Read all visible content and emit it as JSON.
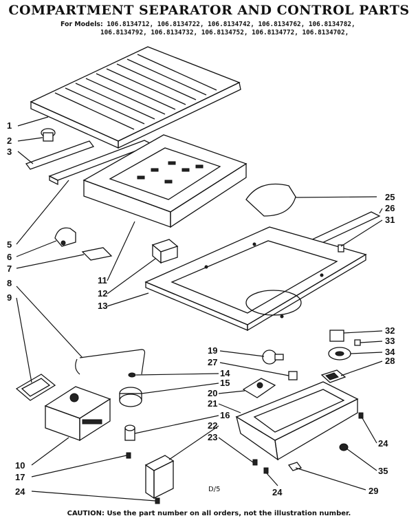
{
  "title": "COMPARTMENT SEPARATOR AND CONTROL PARTS",
  "models_prefix": "For Models:",
  "models_line1": "106.8134712, 106.8134722, 106.8134742, 106.8134762, 106.8134782,",
  "models_line2": "106.8134792, 106.8134732, 106.8134752, 106.8134772, 106.8134702,",
  "drawing_code": "D/5",
  "caution": "CAUTION: Use the part number on all orders, not the illustration number.",
  "callouts": [
    "1",
    "2",
    "3",
    "5",
    "6",
    "7",
    "8",
    "9",
    "10",
    "17",
    "24",
    "11",
    "12",
    "13",
    "25",
    "26",
    "31",
    "32",
    "33",
    "34",
    "28",
    "19",
    "27",
    "14",
    "15",
    "20",
    "21",
    "16",
    "22",
    "23",
    "24",
    "35",
    "24",
    "29"
  ]
}
